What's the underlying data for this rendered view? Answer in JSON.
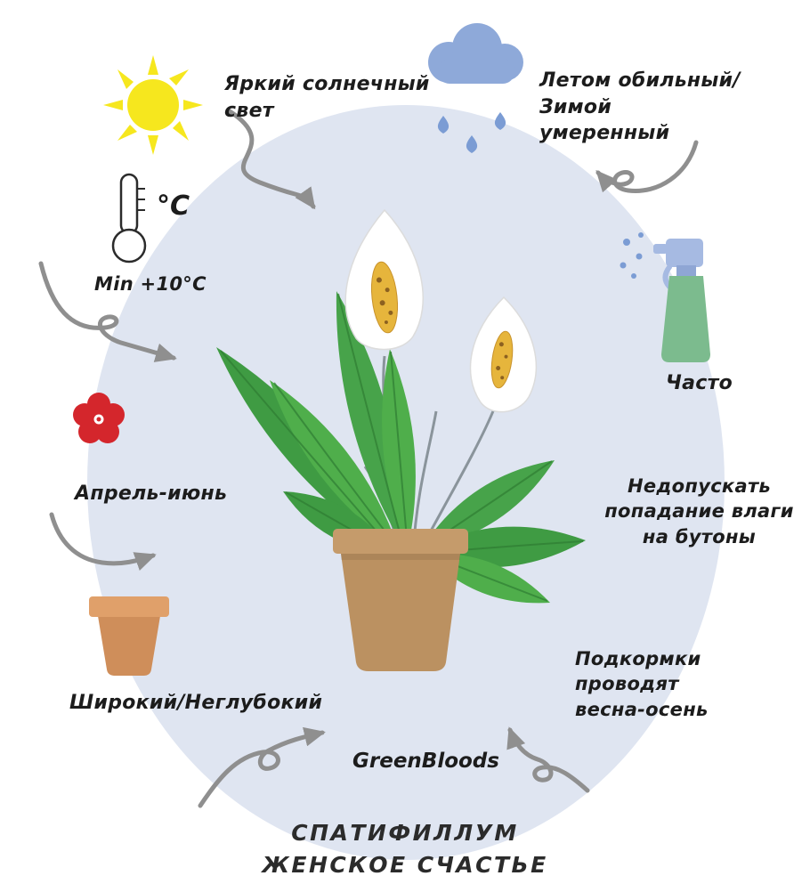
{
  "brand": "GreenBloods",
  "title": {
    "line1": "СПАТИФИЛЛУМ",
    "line2": "ЖЕНСКОЕ СЧАСТЬЕ"
  },
  "care": {
    "light": "Яркий солнечный\nсвет",
    "watering": "Летом обильный/\nЗимой\nумеренный",
    "temp_unit": "°C",
    "temp_min": "Min +10°C",
    "bloom_period": "Апрель-июнь",
    "pot_type": "Широкий/Неглубокий",
    "spraying": "Часто",
    "moisture_warning": "Недопускать\nпопадание влаги\nна бутоны",
    "fertilizing": "Подкормки проводят\nвесна-осень"
  },
  "icons": {
    "light": "sun-icon",
    "watering": "rain-cloud-icon",
    "temperature": "thermometer-icon",
    "bloom": "flower-icon",
    "pot": "flower-pot-icon",
    "spraying": "spray-bottle-icon"
  },
  "colors": {
    "background_ellipse": "#dfe5f1",
    "sun": "#f6e71e",
    "cloud": "#8ea9d9",
    "raindrop": "#7b9cd4",
    "spray_body": "#7cbb8e",
    "spray_head": "#a6bae2",
    "flower_red": "#d4262c",
    "pot_tan": "#c59b6b",
    "leaf_green": "#47a34a",
    "arrow_gray": "#8f8f8f",
    "text": "#1c1c1c"
  }
}
